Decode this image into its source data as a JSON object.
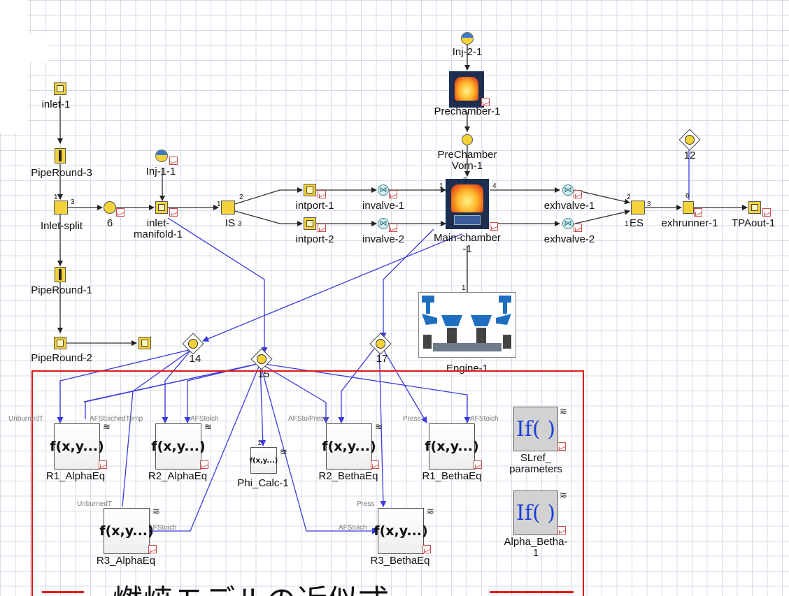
{
  "components": {
    "inlet": "inlet-1",
    "pipe3": "PipeRound-3",
    "inlet_split": "Inlet-split",
    "six": "6",
    "inj1": "Inj-1-1",
    "inlet_manifold": "inlet-\nmanifold-1",
    "is": "IS",
    "intport1": "intport-1",
    "intport2": "intport-2",
    "invalve1": "invalve-1",
    "invalve2": "invalve-2",
    "inj2": "Inj-2-1",
    "prechamber": "Prechamber-1",
    "prechamber_vorn": "PreChamber\nVorn-1",
    "main_chamber": "Main-chamber\n-1",
    "exhvalve1": "exhvalve-1",
    "exhvalve2": "exhvalve-2",
    "twelve": "12",
    "es": "ES",
    "exhrunner": "exhrunner-1",
    "tpaout": "TPAout-1",
    "pipe1": "PipeRound-1",
    "pipe2": "PipeRound-2",
    "engine": "Engine-1",
    "fourteen": "14",
    "fifteen": "15",
    "seventeen": "17"
  },
  "functions": {
    "f_label": "f(x,y...)",
    "if_label": "If( )",
    "r1_alpha": "R1_AlphaEq",
    "r2_alpha": "R2_AlphaEq",
    "phi_calc": "Phi_Calc-1",
    "r2_betha": "R2_BethaEq",
    "r1_betha": "R1_BethaEq",
    "slref": "SLref_\nparameters",
    "r3_alpha": "R3_AlphaEq",
    "r3_betha": "R3_BethaEq",
    "alpha_betha": "Alpha_Betha-\n1"
  },
  "port_labels": {
    "unburned_t": "UnburnedT",
    "afstoich": "AFStoich",
    "unburned_temp_overlap": "AFStoichedTemp",
    "afstoich_press": "AFStoiPress",
    "press": "Press"
  },
  "annotation": {
    "japanese_caption": "燃焼モデルの近似式"
  },
  "colors": {
    "grid": "#d6dbe8",
    "signal_wire": "#3b3bdc",
    "flow_wire": "#333333",
    "highlight_box": "#e01919",
    "component_yellow": "#f4d23a",
    "if_text": "#1d3fd8"
  }
}
